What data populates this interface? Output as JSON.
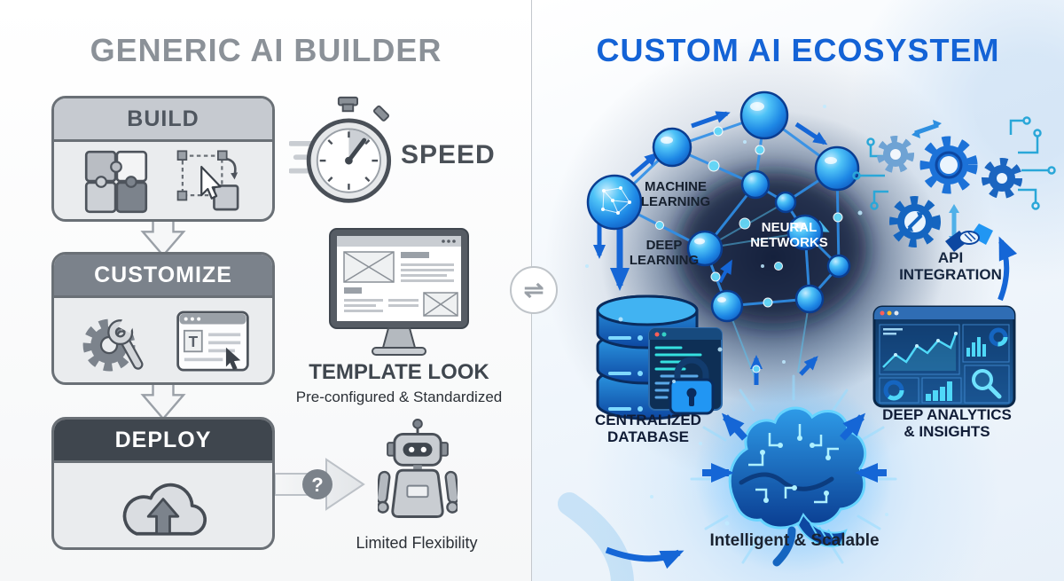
{
  "left": {
    "title": "GENERIC AI BUILDER",
    "flow": [
      {
        "label": "BUILD"
      },
      {
        "label": "CUSTOMIZE"
      },
      {
        "label": "DEPLOY"
      }
    ],
    "speed_label": "SPEED",
    "template_label": "TEMPLATE LOOK",
    "template_sublabel": "Pre-configured & Standardized",
    "flexibility_label": "Limited Flexibility",
    "question_mark": "?",
    "t_glyph": "T"
  },
  "right": {
    "title": "CUSTOM AI ECOSYSTEM",
    "labels": {
      "machine_learning": "MACHINE LEARNING",
      "deep_learning": "DEEP LEARNING",
      "neural_networks": "NEURAL NETWORKS",
      "api_integration": "API INTEGRATION",
      "centralized_database": "CENTRALIZED DATABASE",
      "deep_analytics": "DEEP ANALYTICS & INSIGHTS",
      "intelligent_scalable": "Intelligent & Scalable"
    }
  },
  "divider": {
    "swap_glyph": "⇌"
  },
  "colors": {
    "left_title": "#8b9198",
    "right_title": "#1463d6",
    "build_header": "#c6cad0",
    "customize_header": "#7b828b",
    "deploy_header": "#3f464e",
    "box_body": "#eaecee",
    "network_blue": "#1e88e5",
    "label_dark": "#16202e"
  }
}
